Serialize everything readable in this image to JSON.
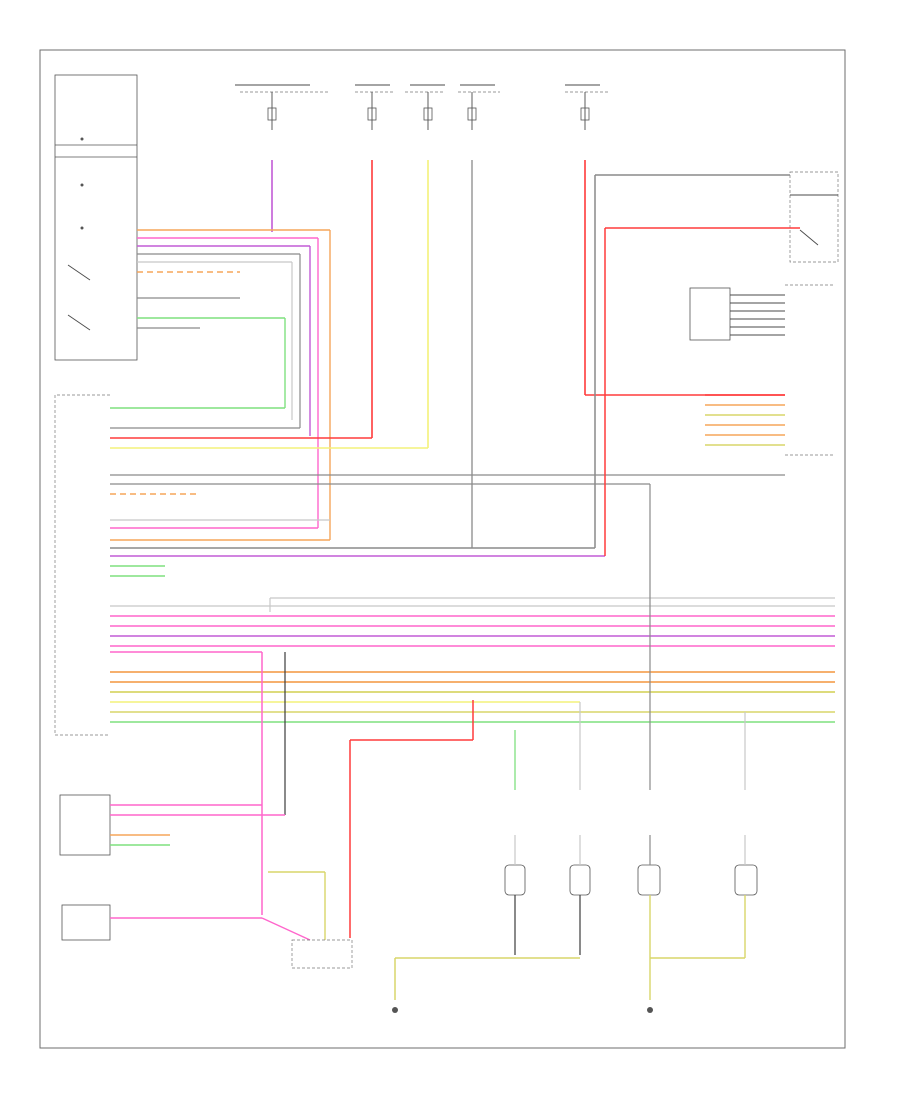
{
  "diagram": {
    "page_id": "",
    "colors": {
      "red": "#ff3b3b",
      "pink": "#ff66cc",
      "violet": "#c25bd6",
      "yellow": "#f4f27a",
      "orange": "#f5a55a",
      "green": "#7fe07f",
      "olive": "#d8d66a",
      "gray": "#8a8a8a",
      "black": "#3c3c3c",
      "light": "#c8c8c8"
    },
    "components": [
      {
        "id": "light-switch",
        "label": ""
      },
      {
        "id": "central-electronics-module",
        "label": ""
      },
      {
        "id": "comfort-module",
        "label": ""
      },
      {
        "id": "headlamp-switch",
        "label": ""
      },
      {
        "id": "connector-block",
        "label": ""
      },
      {
        "id": "license-lamp-left",
        "label": ""
      },
      {
        "id": "license-lamp-right",
        "label": ""
      },
      {
        "id": "tail-lamp-left",
        "label": ""
      },
      {
        "id": "tail-lamp-right",
        "label": ""
      },
      {
        "id": "rear-lamp-connector",
        "label": ""
      },
      {
        "id": "ground-g1",
        "label": ""
      },
      {
        "id": "ground-g2",
        "label": ""
      }
    ]
  }
}
